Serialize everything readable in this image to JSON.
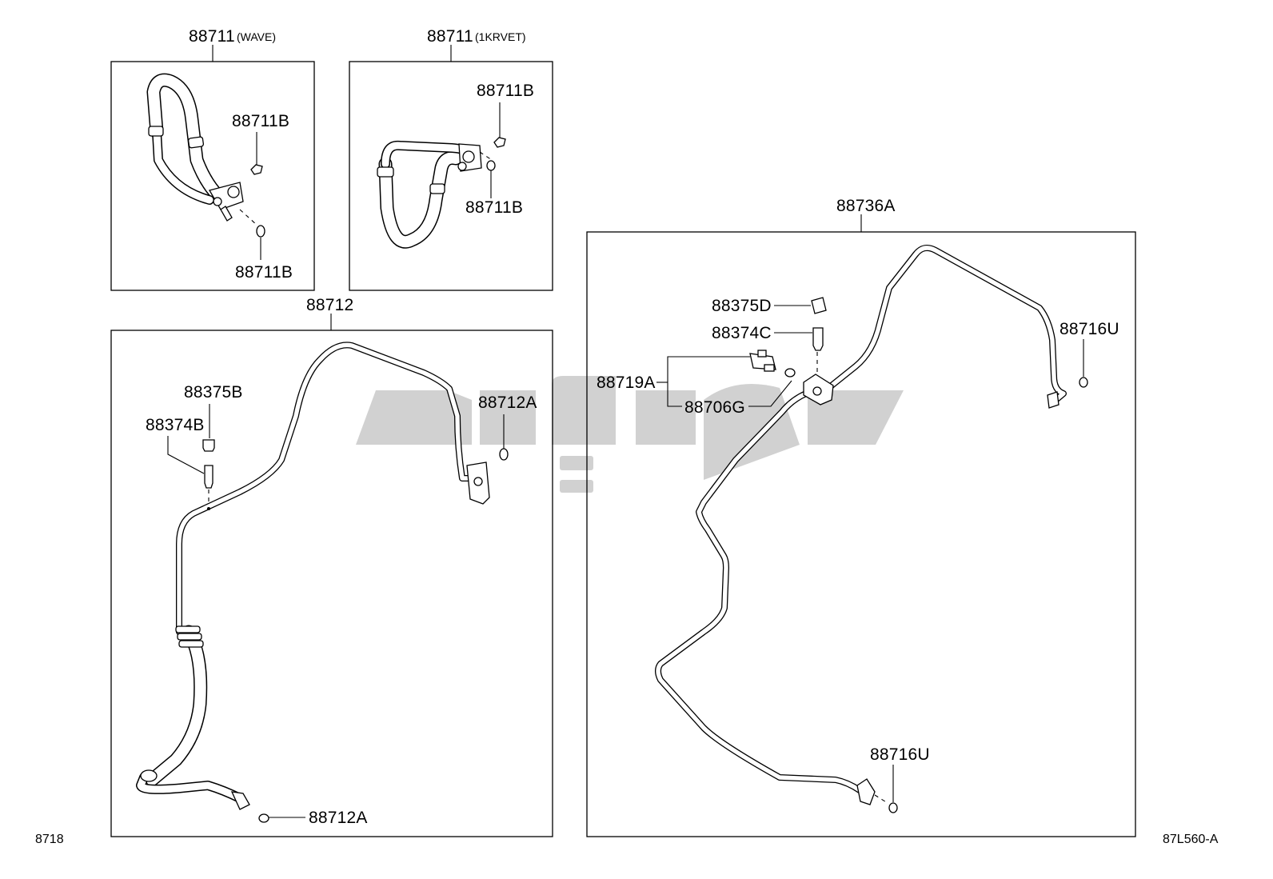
{
  "diagram": {
    "groups": [
      {
        "id": "hose-wave",
        "code": "88711",
        "variant": "(WAVE)",
        "parts": [
          "88711B",
          "88711B"
        ]
      },
      {
        "id": "hose-1krvet",
        "code": "88711",
        "variant": "(1KRVET)",
        "parts": [
          "88711B",
          "88711B"
        ]
      },
      {
        "id": "pipe-main",
        "code": "88712",
        "parts": [
          "88375B",
          "88374B",
          "88712A",
          "88712A"
        ]
      },
      {
        "id": "pipe-liquid",
        "code": "88736A",
        "parts": [
          "88375D",
          "88374C",
          "88719A",
          "88706G",
          "88716U",
          "88716U"
        ]
      }
    ],
    "footer": {
      "left": "8718",
      "right": "87L560-A"
    }
  }
}
